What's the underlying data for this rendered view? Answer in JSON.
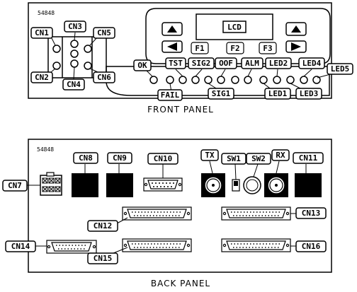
{
  "front": {
    "caption": "FRONT PANEL",
    "model": "54848",
    "lcd": "LCD",
    "keys": [
      "F1",
      "F2",
      "F3"
    ],
    "labels": {
      "cn1": "CN1",
      "cn2": "CN2",
      "cn3": "CN3",
      "cn4": "CN4",
      "cn5": "CN5",
      "cn6": "CN6",
      "ok": "OK",
      "tst": "TST",
      "sig2": "SIG2",
      "oof": "OOF",
      "alm": "ALM",
      "led2": "LED2",
      "led4": "LED4",
      "led5": "LED5",
      "fail": "FAIL",
      "sig1": "SIG1",
      "led1": "LED1",
      "led3": "LED3"
    }
  },
  "back": {
    "caption": "BACK PANEL",
    "model": "54848",
    "labels": {
      "cn7": "CN7",
      "cn8": "CN8",
      "cn9": "CN9",
      "cn10": "CN10",
      "tx": "TX",
      "sw1": "SW1",
      "sw2": "SW2",
      "rx": "RX",
      "cn11": "CN11",
      "cn12": "CN12",
      "cn13": "CN13",
      "cn14": "CN14",
      "cn15": "CN15",
      "cn16": "CN16"
    }
  }
}
